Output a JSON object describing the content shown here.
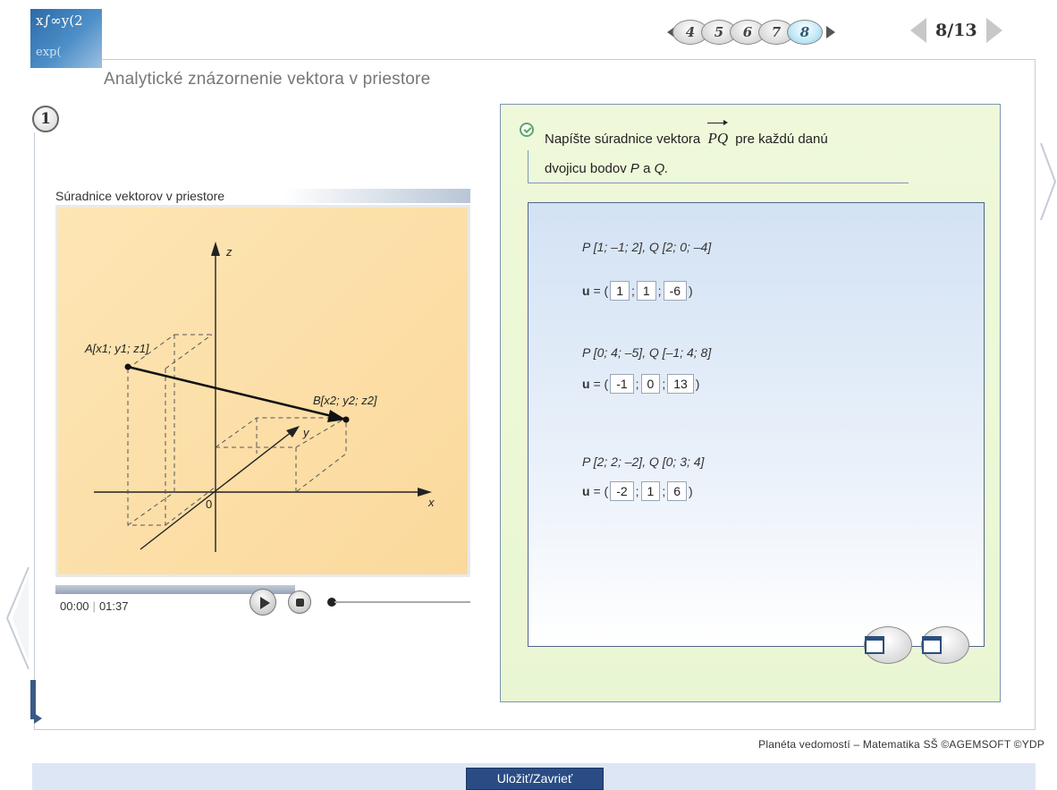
{
  "header": {
    "logo_text_top": "x∫∞y(2",
    "logo_text_bottom": "exp(",
    "lesson_title": "Analytické znázornenie vektora v priestore",
    "page_buttons": [
      "4",
      "5",
      "6",
      "7",
      "8"
    ],
    "active_page": "8",
    "page_counter": "8/13"
  },
  "step_badge": "1",
  "video": {
    "title": "Súradnice vektorov v priestore",
    "time_current": "00:00",
    "time_total": "01:37",
    "figure_labels": {
      "z_axis": "z",
      "y_axis": "y",
      "x_axis": "x",
      "origin": "0",
      "point_a": "A[x1; y1; z1]",
      "point_b": "B[x2; y2; z2]"
    }
  },
  "task": {
    "text_before": "Napíšte súradnice vektora",
    "vector": "PQ",
    "text_after": "pre každú danú",
    "line2_before": "dvojicu bodov",
    "p": "P",
    "and": "a",
    "q": "Q.",
    "exercises": [
      {
        "points": "P [1; –1; 2],  Q [2; 0; –4]",
        "u_label": "u",
        "values": [
          "1",
          "1",
          "-6"
        ]
      },
      {
        "points": "P [0; 4; –5],  Q [–1; 4; 8]",
        "u_label": "u",
        "values": [
          "-1",
          "0",
          "13"
        ]
      },
      {
        "points": "P [2; 2; –2],  Q [0; 3; 4]",
        "u_label": "u",
        "values": [
          "-2",
          "1",
          "6"
        ]
      }
    ]
  },
  "footer": {
    "credit": "Planéta vedomostí – Matematika SŠ ©AGEMSOFT ©YDP",
    "save_close": "Uložiť/Zavrieť"
  }
}
